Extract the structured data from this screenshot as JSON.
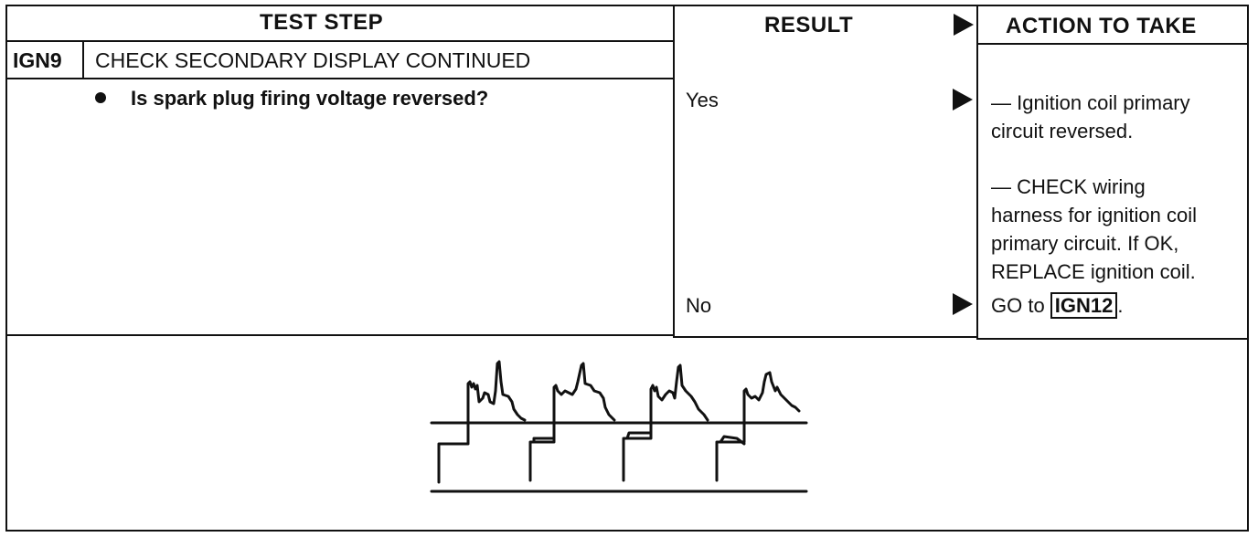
{
  "table": {
    "headers": {
      "test_step": "TEST STEP",
      "result": "RESULT",
      "action": "ACTION TO TAKE"
    },
    "step_id": "IGN9",
    "step_title": "CHECK SECONDARY DISPLAY CONTINUED",
    "question": "Is spark plug firing voltage reversed?",
    "results": [
      {
        "label": "Yes",
        "action_lines": [
          "— Ignition coil primary",
          "circuit reversed.",
          "",
          "— CHECK wiring",
          "harness for ignition coil",
          "primary circuit. If OK,",
          "REPLACE ignition coil."
        ]
      },
      {
        "label": "No",
        "action_prefix": "GO to ",
        "action_ref": "IGN12",
        "action_suffix": "."
      }
    ]
  },
  "figure": {
    "description_icon": "oscilloscope-waveform-icon",
    "cylinders_shown": 4
  }
}
